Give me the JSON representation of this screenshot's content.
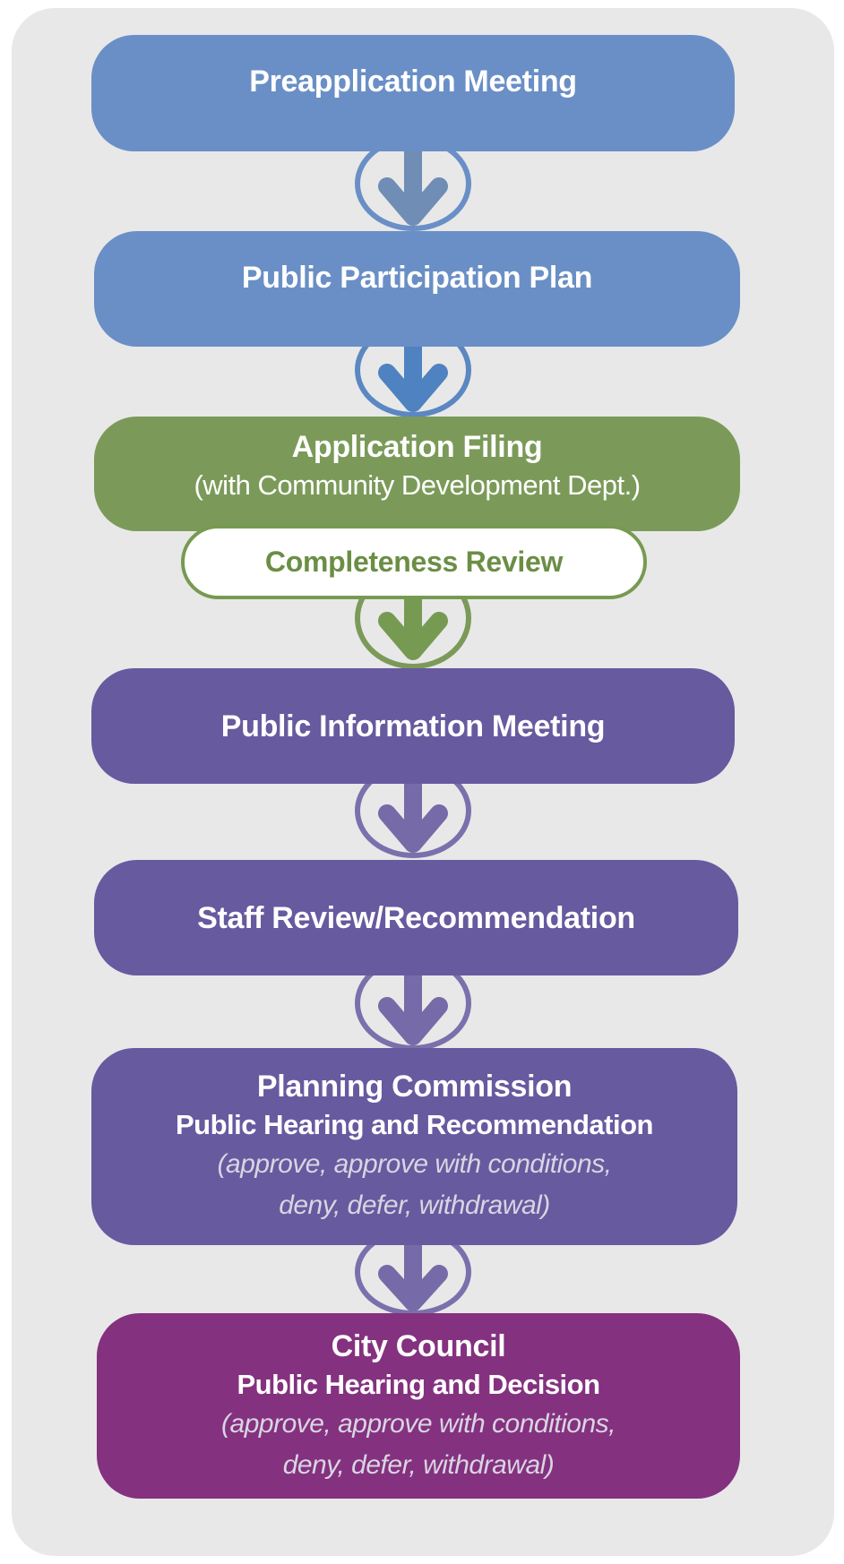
{
  "colors": {
    "background": "#e8e8e8",
    "blue": "#6a8fc6",
    "green": "#7b9a59",
    "purple": "#675a9f",
    "magenta": "#84317f"
  },
  "steps": [
    {
      "title": "Preapplication Meeting"
    },
    {
      "title": "Public Participation Plan"
    },
    {
      "title": "Application Filing",
      "subtitle": "(with Community Development Dept.)",
      "sub_step": "Completeness Review"
    },
    {
      "title": "Public Information Meeting"
    },
    {
      "title": "Staff Review/Recommendation"
    },
    {
      "title": "Planning Commission",
      "subtitle": "Public Hearing and Recommendation",
      "options_line1": "(approve, approve with conditions,",
      "options_line2": "deny, defer, withdrawal)"
    },
    {
      "title": "City Council",
      "subtitle": "Public Hearing and  Decision",
      "options_line1": "(approve, approve with conditions,",
      "options_line2": "deny, defer, withdrawal)"
    }
  ]
}
